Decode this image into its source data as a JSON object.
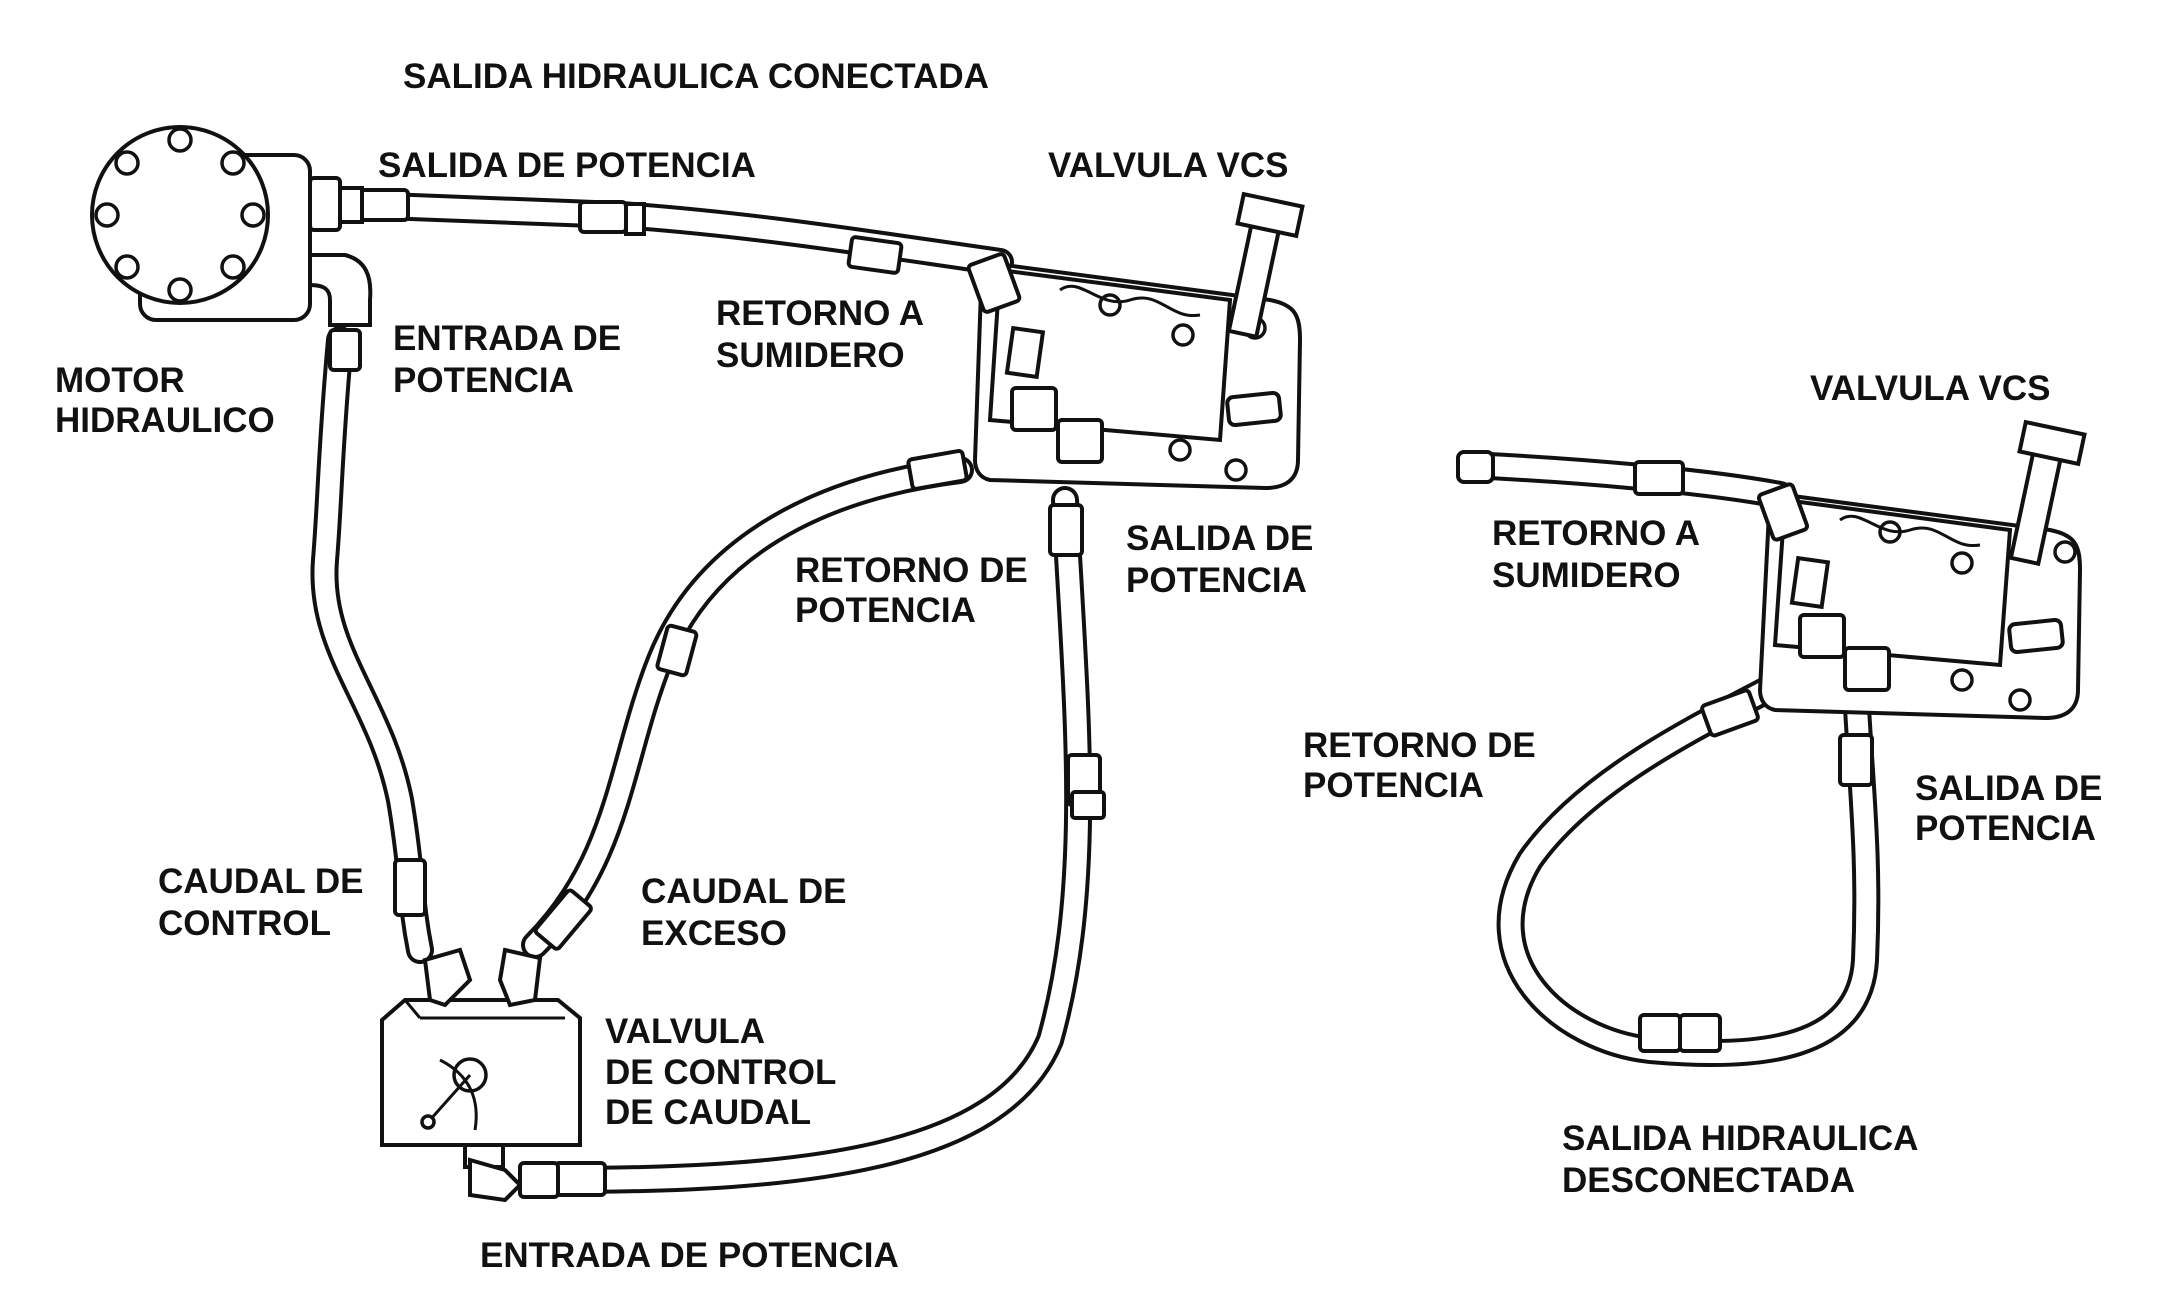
{
  "connected": {
    "title": "SALIDA HIDRAULICA CONECTADA",
    "labels": {
      "salida_potencia_top": "SALIDA DE POTENCIA",
      "valvula_vcs": "VALVULA VCS",
      "motor_l1": "MOTOR",
      "motor_l2": "HIDRAULICO",
      "entrada_l1": "ENTRADA DE",
      "entrada_l2": "POTENCIA",
      "retorno_sumidero_l1": "RETORNO A",
      "retorno_sumidero_l2": "SUMIDERO",
      "retorno_potencia_l1": "RETORNO DE",
      "retorno_potencia_l2": "POTENCIA",
      "salida_potencia_l1": "SALIDA DE",
      "salida_potencia_l2": "POTENCIA",
      "caudal_control_l1": "CAUDAL DE",
      "caudal_control_l2": "CONTROL",
      "caudal_exceso_l1": "CAUDAL DE",
      "caudal_exceso_l2": "EXCESO",
      "valvula_caudal_l1": "VALVULA",
      "valvula_caudal_l2": "DE CONTROL",
      "valvula_caudal_l3": "DE CAUDAL",
      "entrada_potencia_bottom": "ENTRADA DE POTENCIA"
    }
  },
  "disconnected": {
    "title_l1": "SALIDA HIDRAULICA",
    "title_l2": "DESCONECTADA",
    "labels": {
      "valvula_vcs": "VALVULA VCS",
      "retorno_sumidero_l1": "RETORNO A",
      "retorno_sumidero_l2": "SUMIDERO",
      "retorno_potencia_l1": "RETORNO DE",
      "retorno_potencia_l2": "POTENCIA",
      "salida_potencia_l1": "SALIDA DE",
      "salida_potencia_l2": "POTENCIA"
    }
  },
  "colors": {
    "line": "#111111",
    "background": "#ffffff"
  }
}
